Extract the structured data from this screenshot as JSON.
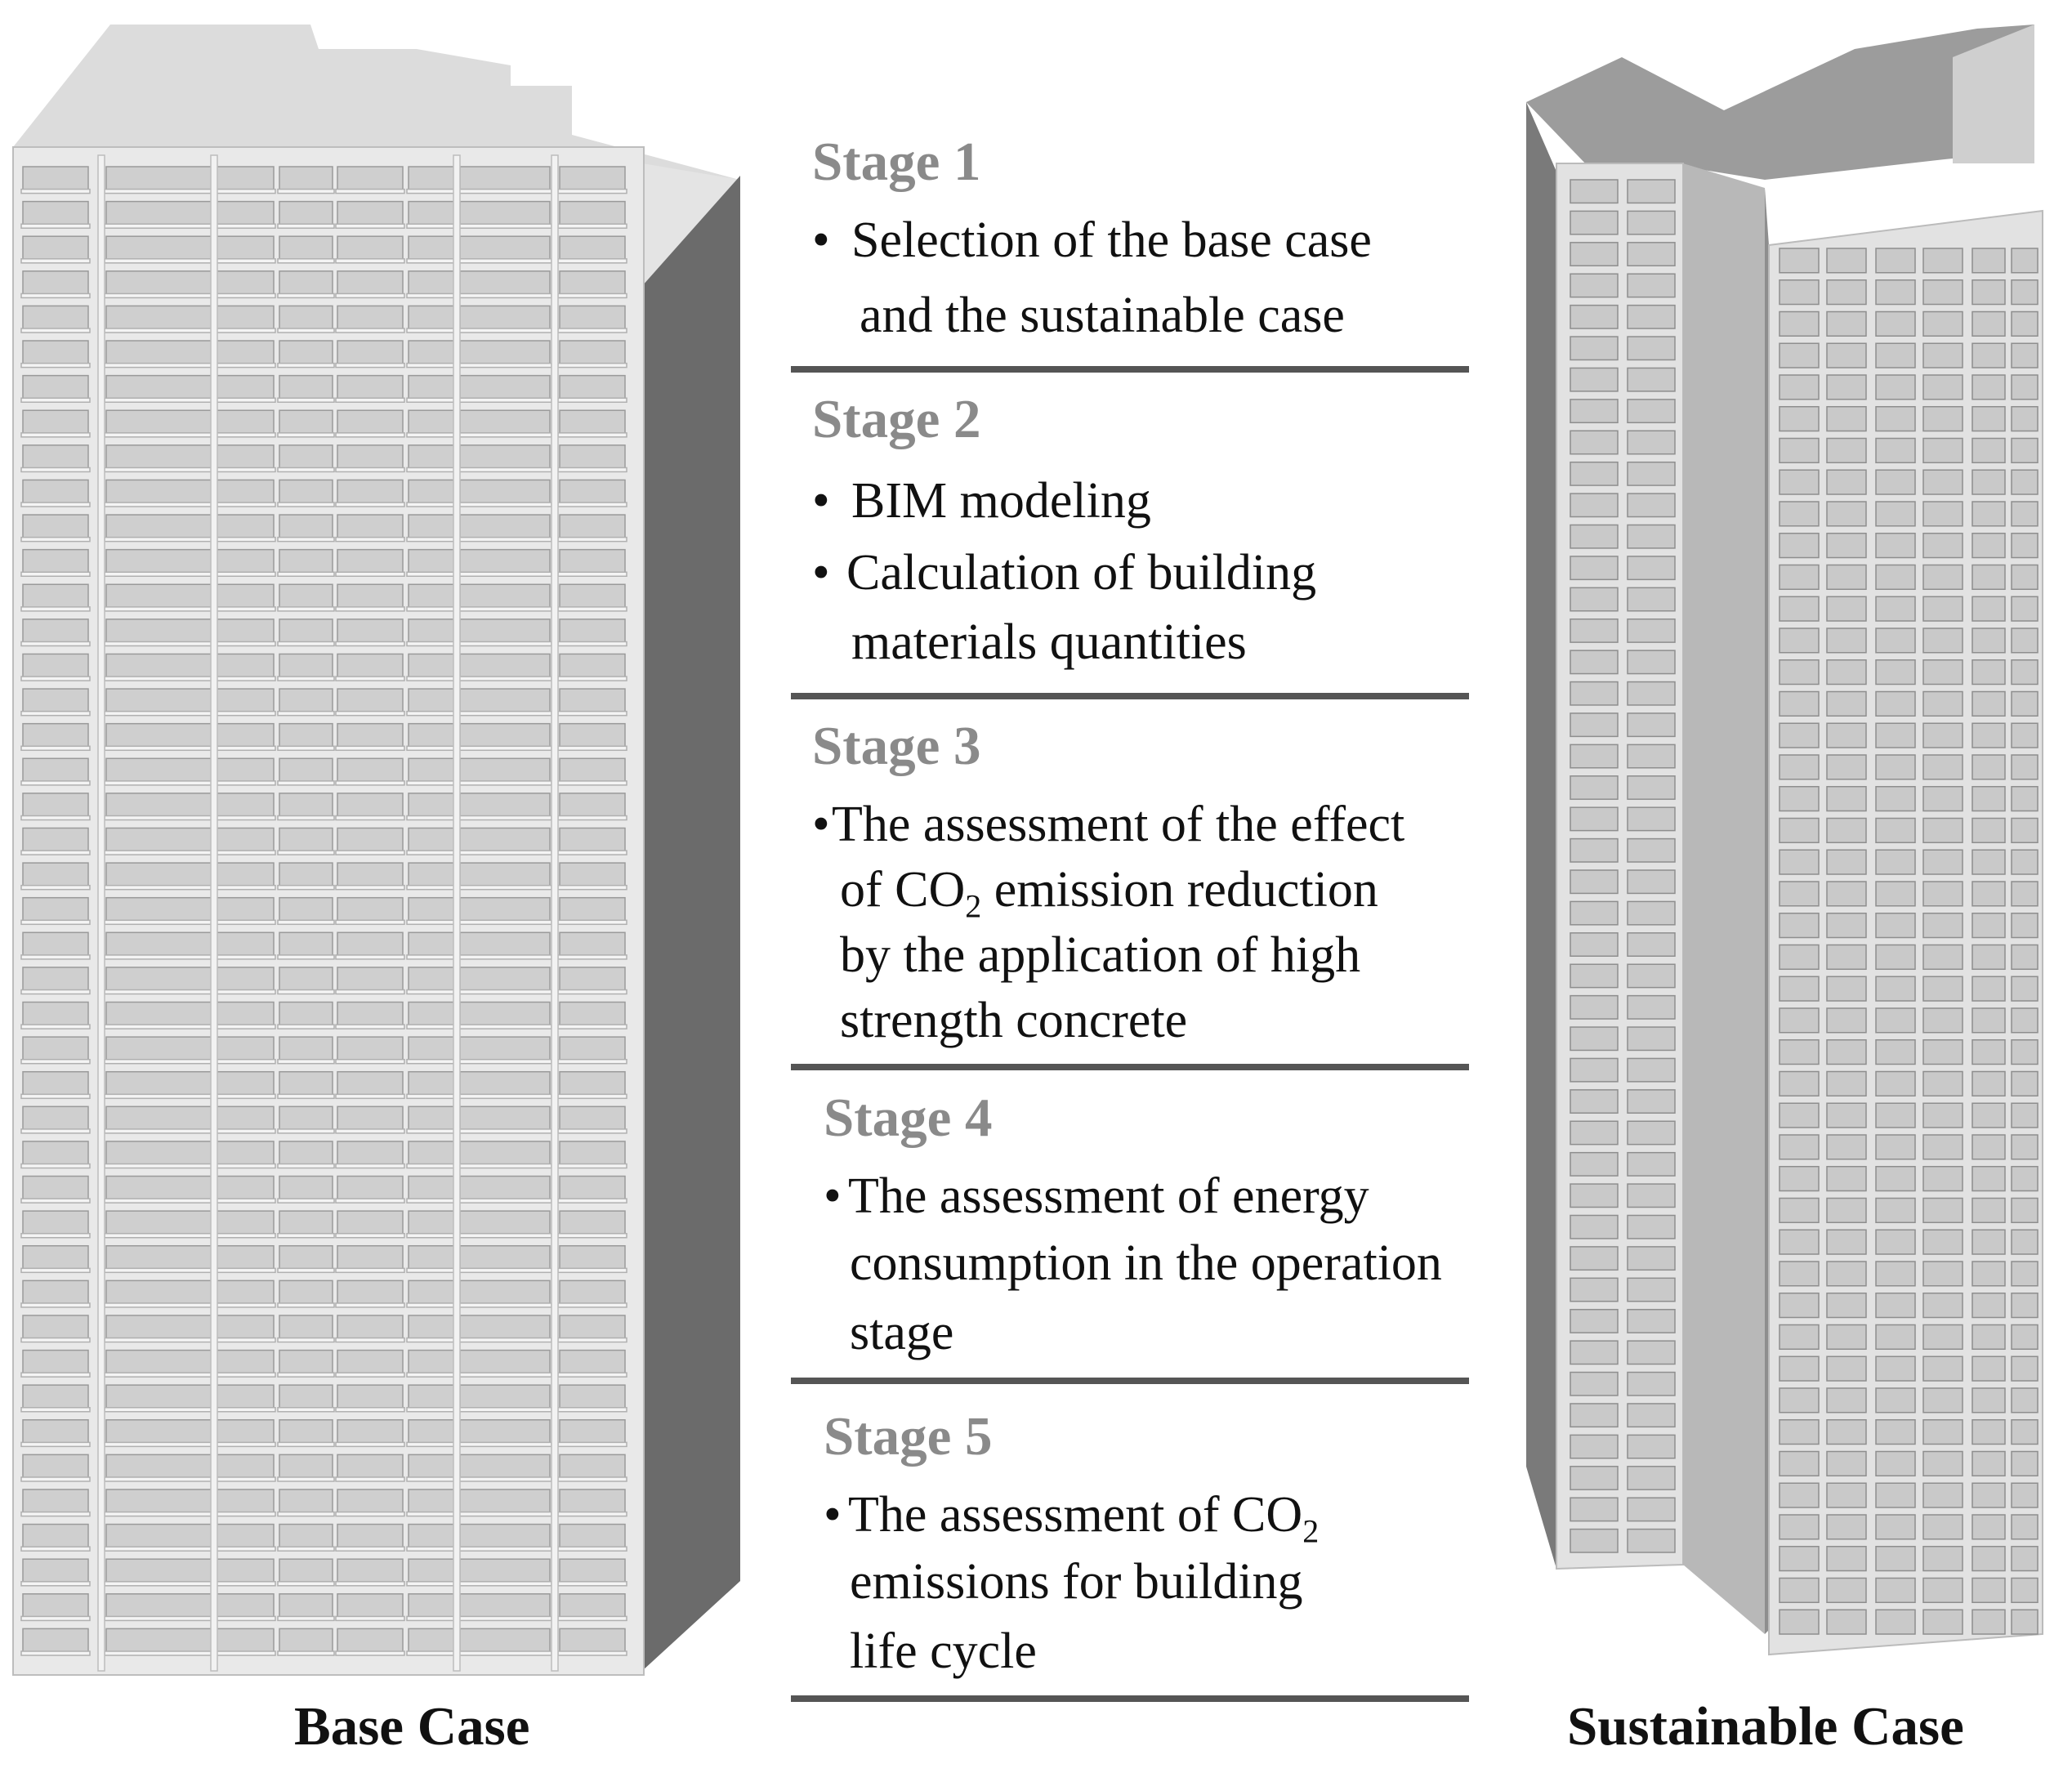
{
  "captions": {
    "base": "Base Case",
    "sustainable": "Sustainable Case"
  },
  "stages": [
    {
      "title": "Stage 1",
      "lines": [
        {
          "bullet": "•",
          "text": "Selection of the base case"
        },
        {
          "text": "and the sustainable case"
        }
      ]
    },
    {
      "title": "Stage 2",
      "lines": [
        {
          "bullet": "•",
          "text": "BIM modeling"
        },
        {
          "bullet": "•",
          "text": "Calculation of building"
        },
        {
          "text": "materials quantities"
        }
      ]
    },
    {
      "title": "Stage 3",
      "lines": [
        {
          "bullet": "•",
          "text": "The assessment of the effect"
        },
        {
          "pre": "of CO",
          "sub": "2",
          "post": " emission reduction"
        },
        {
          "text": "by the application of high"
        },
        {
          "text": "strength concrete"
        }
      ]
    },
    {
      "title": "Stage 4",
      "lines": [
        {
          "bullet": "•",
          "text": "The assessment of energy"
        },
        {
          "text": "consumption in the operation"
        },
        {
          "text": "stage"
        }
      ]
    },
    {
      "title": "Stage 5",
      "lines": [
        {
          "bullet": "•",
          "pre": "The assessment of CO",
          "sub": "2",
          "post": ""
        },
        {
          "text": "emissions for building"
        },
        {
          "text": "life cycle"
        }
      ]
    }
  ],
  "colors": {
    "facade": "#e6e6e6",
    "side": "#6b6b6b",
    "roof": "#dcdcdc",
    "stage_title": "#8a8a8a",
    "rule": "#555555"
  }
}
